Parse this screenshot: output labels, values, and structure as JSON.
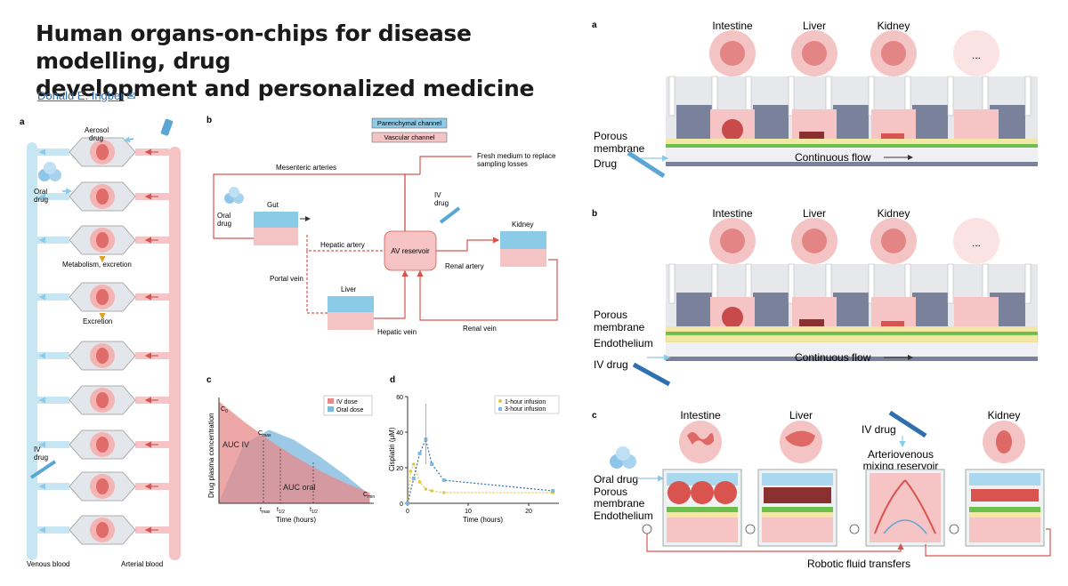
{
  "header": {
    "title_line1": "Human organs-on-chips for disease modelling, drug",
    "title_line2": "development and personalized medicine",
    "author": "Donald E. Ingber",
    "mail_icon": "envelope-icon"
  },
  "panelA": {
    "label": "a",
    "aerosol": [
      "Aerosol",
      "drug"
    ],
    "oral": [
      "Oral",
      "drug"
    ],
    "iv": [
      "IV",
      "drug"
    ],
    "metabolism": "Metabolism, excretion",
    "excretion": "Excretion",
    "venous": "Venous blood",
    "arterial": "Arterial blood",
    "organs": [
      "lung-icon",
      "intestine-icon",
      "liver-icon",
      "kidney-icon",
      "heart-icon",
      "bone-icon",
      "muscle-icon",
      "brain-icon",
      "skin-icon"
    ]
  },
  "panelB": {
    "label": "b",
    "legend_parenchymal": "Parenchymal channel",
    "legend_vascular": "Vascular channel",
    "mesenteric": "Mesenteric arteries",
    "fresh": [
      "Fresh medium to replace",
      "sampling losses"
    ],
    "oral": [
      "Oral",
      "drug"
    ],
    "gut": "Gut",
    "iv": [
      "IV",
      "drug"
    ],
    "kidney": "Kidney",
    "hepatic_artery": "Hepatic artery",
    "av_reservoir": "AV reservoir",
    "renal_artery": "Renal artery",
    "portal_vein": "Portal vein",
    "liver": "Liver",
    "hepatic_vein": "Hepatic vein",
    "renal_vein": "Renal vein"
  },
  "panelC": {
    "label": "c",
    "legend": [
      "IV dose",
      "Oral dose"
    ],
    "ylabel": "Drug plasma concentration",
    "xlabel": "Time (hours)",
    "c0": "C",
    "c0_sub": "0",
    "cmax": "C",
    "cmax_sub": "max",
    "auc_iv": "AUC IV",
    "auc_oral": "AUC oral",
    "cmin": "C",
    "cmin_sub": "min",
    "ticks": [
      "t",
      "t",
      "t"
    ],
    "tick_subs": [
      "max",
      "1/2",
      "1/2"
    ]
  },
  "panelD": {
    "label": "d",
    "ylabel": "Cisplatin (μM)",
    "xlabel": "Time (hours)",
    "legend": [
      "1-hour infusion",
      "3-hour infusion"
    ]
  },
  "chart_data": [
    {
      "type": "area",
      "title": "",
      "xlabel": "Time (hours)",
      "ylabel": "Drug plasma concentration",
      "series": [
        {
          "name": "IV dose",
          "x": [
            0,
            1,
            2,
            3,
            4,
            5,
            6
          ],
          "values": [
            100,
            80,
            62,
            46,
            32,
            20,
            10
          ]
        },
        {
          "name": "Oral dose",
          "x": [
            0,
            1,
            2,
            3,
            4,
            5,
            6
          ],
          "values": [
            0,
            58,
            72,
            62,
            46,
            28,
            8
          ]
        }
      ],
      "legend_position": "top-right"
    },
    {
      "type": "line",
      "title": "",
      "xlabel": "Time (hours)",
      "ylabel": "Cisplatin (μM)",
      "ylim": [
        0,
        60
      ],
      "xlim": [
        0,
        25
      ],
      "x_ticks": [
        0,
        10,
        20
      ],
      "y_ticks": [
        0,
        20,
        40,
        60
      ],
      "series": [
        {
          "name": "1-hour infusion",
          "x": [
            0,
            0.5,
            1,
            2,
            3,
            4,
            6,
            24
          ],
          "values": [
            0,
            18,
            22,
            12,
            8,
            7,
            6,
            6
          ]
        },
        {
          "name": "3-hour infusion",
          "x": [
            0,
            1,
            2,
            3,
            4,
            6,
            24
          ],
          "values": [
            0,
            14,
            28,
            36,
            22,
            13,
            7
          ]
        }
      ],
      "legend_position": "top-right"
    }
  ],
  "rightA": {
    "label": "a",
    "organs": [
      "Intestine",
      "Liver",
      "Kidney"
    ],
    "more": "...",
    "porous": [
      "Porous",
      "membrane"
    ],
    "drug": "Drug",
    "flow": "Continuous flow"
  },
  "rightB": {
    "label": "b",
    "organs": [
      "Intestine",
      "Liver",
      "Kidney"
    ],
    "more": "...",
    "porous": [
      "Porous",
      "membrane"
    ],
    "endothelium": "Endothelium",
    "iv": "IV drug",
    "flow": "Continuous flow"
  },
  "rightC": {
    "label": "c",
    "organs": [
      "Intestine",
      "Liver",
      "Kidney"
    ],
    "iv": "IV drug",
    "mixing": [
      "Arteriovenous",
      "mixing reservoir"
    ],
    "oral": "Oral drug",
    "porous": [
      "Porous",
      "membrane"
    ],
    "endothelium": "Endothelium",
    "robotic": "Robotic fluid transfers"
  },
  "colors": {
    "pink": "#f4b4b4",
    "red": "#d9534f",
    "blue": "#8ccbe8",
    "slate": "#7a819a",
    "green": "#6cbf4a",
    "yellow": "#f3e7a6"
  }
}
